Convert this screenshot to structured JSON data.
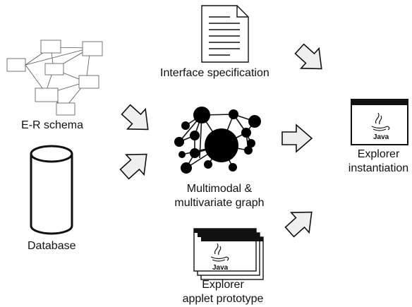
{
  "labels": {
    "interface_spec": "Interface specification",
    "er_schema": "E-R schema",
    "database": "Database",
    "graph_line1": "Multimodal &",
    "graph_line2": "multivariate graph",
    "explorer_line1": "Explorer",
    "explorer_line2": "instantiation",
    "prototype_line1": "Explorer",
    "prototype_line2": "applet prototype"
  },
  "java": {
    "logo_text": "Java"
  },
  "colors": {
    "arrow_fill": "#efefef",
    "stroke": "#111111",
    "node_fill": "#000000"
  },
  "icons": [
    "er-diagram-icon",
    "document-icon",
    "database-cylinder-icon",
    "graph-network-icon",
    "java-window-icon",
    "stacked-java-windows-icon"
  ]
}
